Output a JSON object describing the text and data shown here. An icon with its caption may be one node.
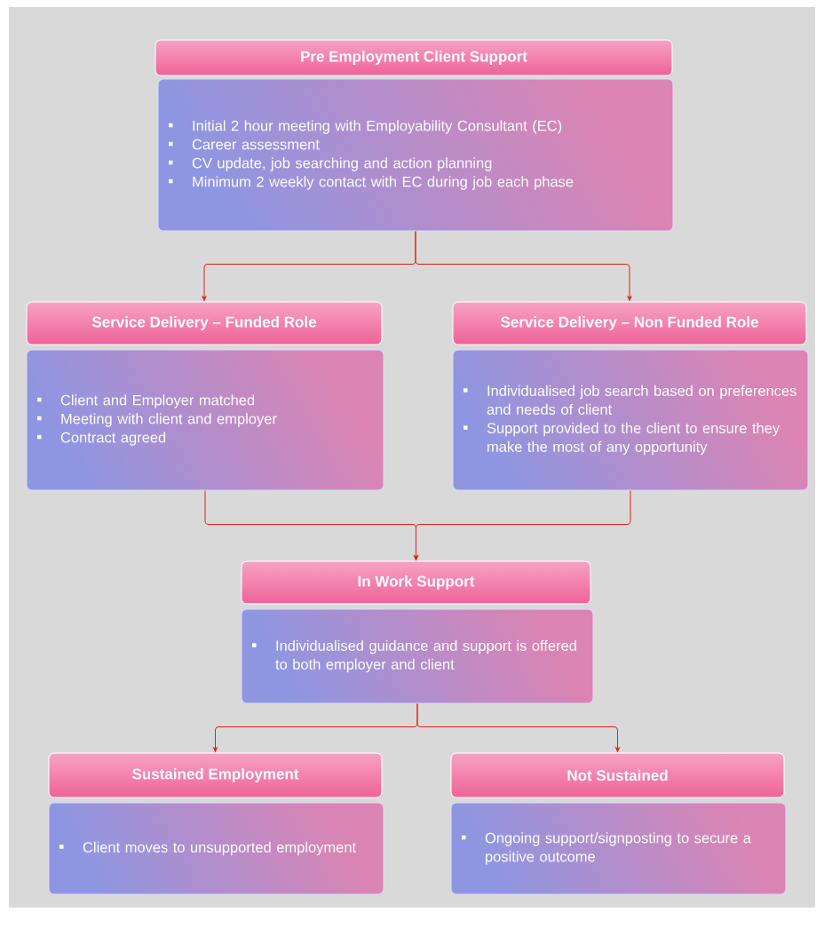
{
  "diagram": {
    "nodes": [
      {
        "text": [
          "Pre Employment Client Support"
        ]
      },
      {
        "text": [
          "Initial 2 hour meeting with Employability Consultant (EC)",
          "Career assessment",
          "CV update, job searching and action planning",
          "Minimum 2 weekly contact with EC during job each phase"
        ]
      },
      {
        "text": [
          "Service Delivery – Funded Role"
        ]
      },
      {
        "text": [
          "Client and Employer matched",
          "Meeting with client and employer",
          "Contract agreed"
        ]
      },
      {
        "text": [
          "Service Delivery – Non Funded Role"
        ]
      },
      {
        "text": [
          "Individualised job search based on preferences and needs of client",
          "Support provided to the client to ensure they make the most of any opportunity"
        ]
      },
      {
        "text": [
          "In Work Support"
        ]
      },
      {
        "text": [
          "Individualised guidance and support is offered to both employer and client"
        ]
      },
      {
        "text": [
          "Sustained Employment"
        ]
      },
      {
        "text": [
          "Client moves to unsupported employment"
        ]
      },
      {
        "text": [
          "Not Sustained"
        ]
      },
      {
        "text": [
          "Ongoing support/signposting to secure a positive outcome"
        ]
      }
    ],
    "edges": [
      {
        "from": 1,
        "to": 2,
        "arrow": "to"
      },
      {
        "from": 1,
        "to": 4,
        "arrow": "to"
      },
      {
        "from": 3,
        "to": 6,
        "arrow": "to"
      },
      {
        "from": 5,
        "to": 6,
        "arrow": "to"
      },
      {
        "from": 7,
        "to": 8,
        "arrow": "to"
      },
      {
        "from": 7,
        "to": 10,
        "arrow": "to"
      }
    ]
  }
}
